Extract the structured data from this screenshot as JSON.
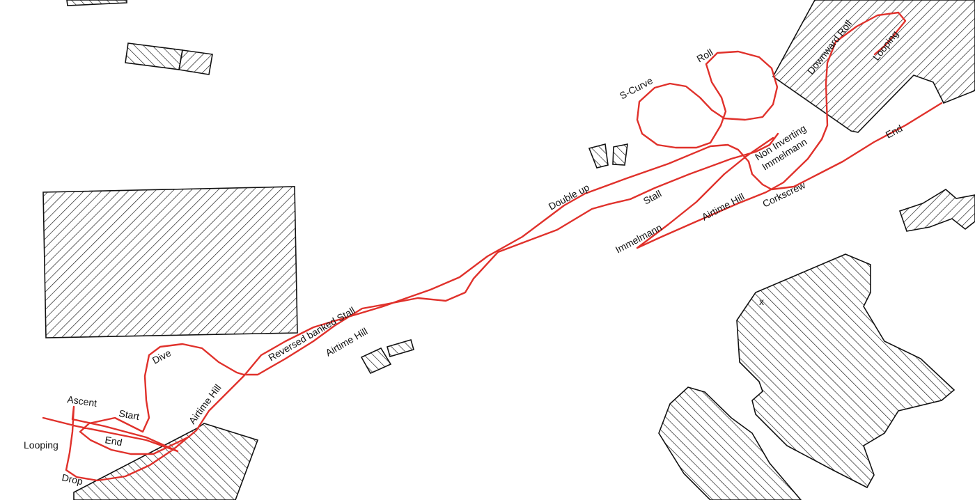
{
  "map": {
    "track_color": "#e0312b",
    "building_stroke": "#111111",
    "labels": {
      "ascent": "Ascent",
      "start_west": "Start",
      "looping_west": "Looping",
      "end_west": "End",
      "drop": "Drop",
      "dive": "Dive",
      "airtime_hill_1": "Airtime Hill",
      "reversed_banked_stall": "Reversed banked Stall",
      "airtime_hill_2": "Airtime Hill",
      "double_up": "Double up",
      "s_curve": "S-Curve",
      "roll": "Roll",
      "downward_roll": "Downward Roll",
      "looping_east": "Looping",
      "non_inverting_immelmann": "Non Inverting",
      "non_inverting_immelmann_2": "Immelmann",
      "stall": "Stall",
      "immelmann": "Immelmann",
      "airtime_hill_3": "Airtime Hill",
      "corkscrew": "Corkscrew",
      "end_east": "End",
      "x_mark": "x"
    }
  }
}
